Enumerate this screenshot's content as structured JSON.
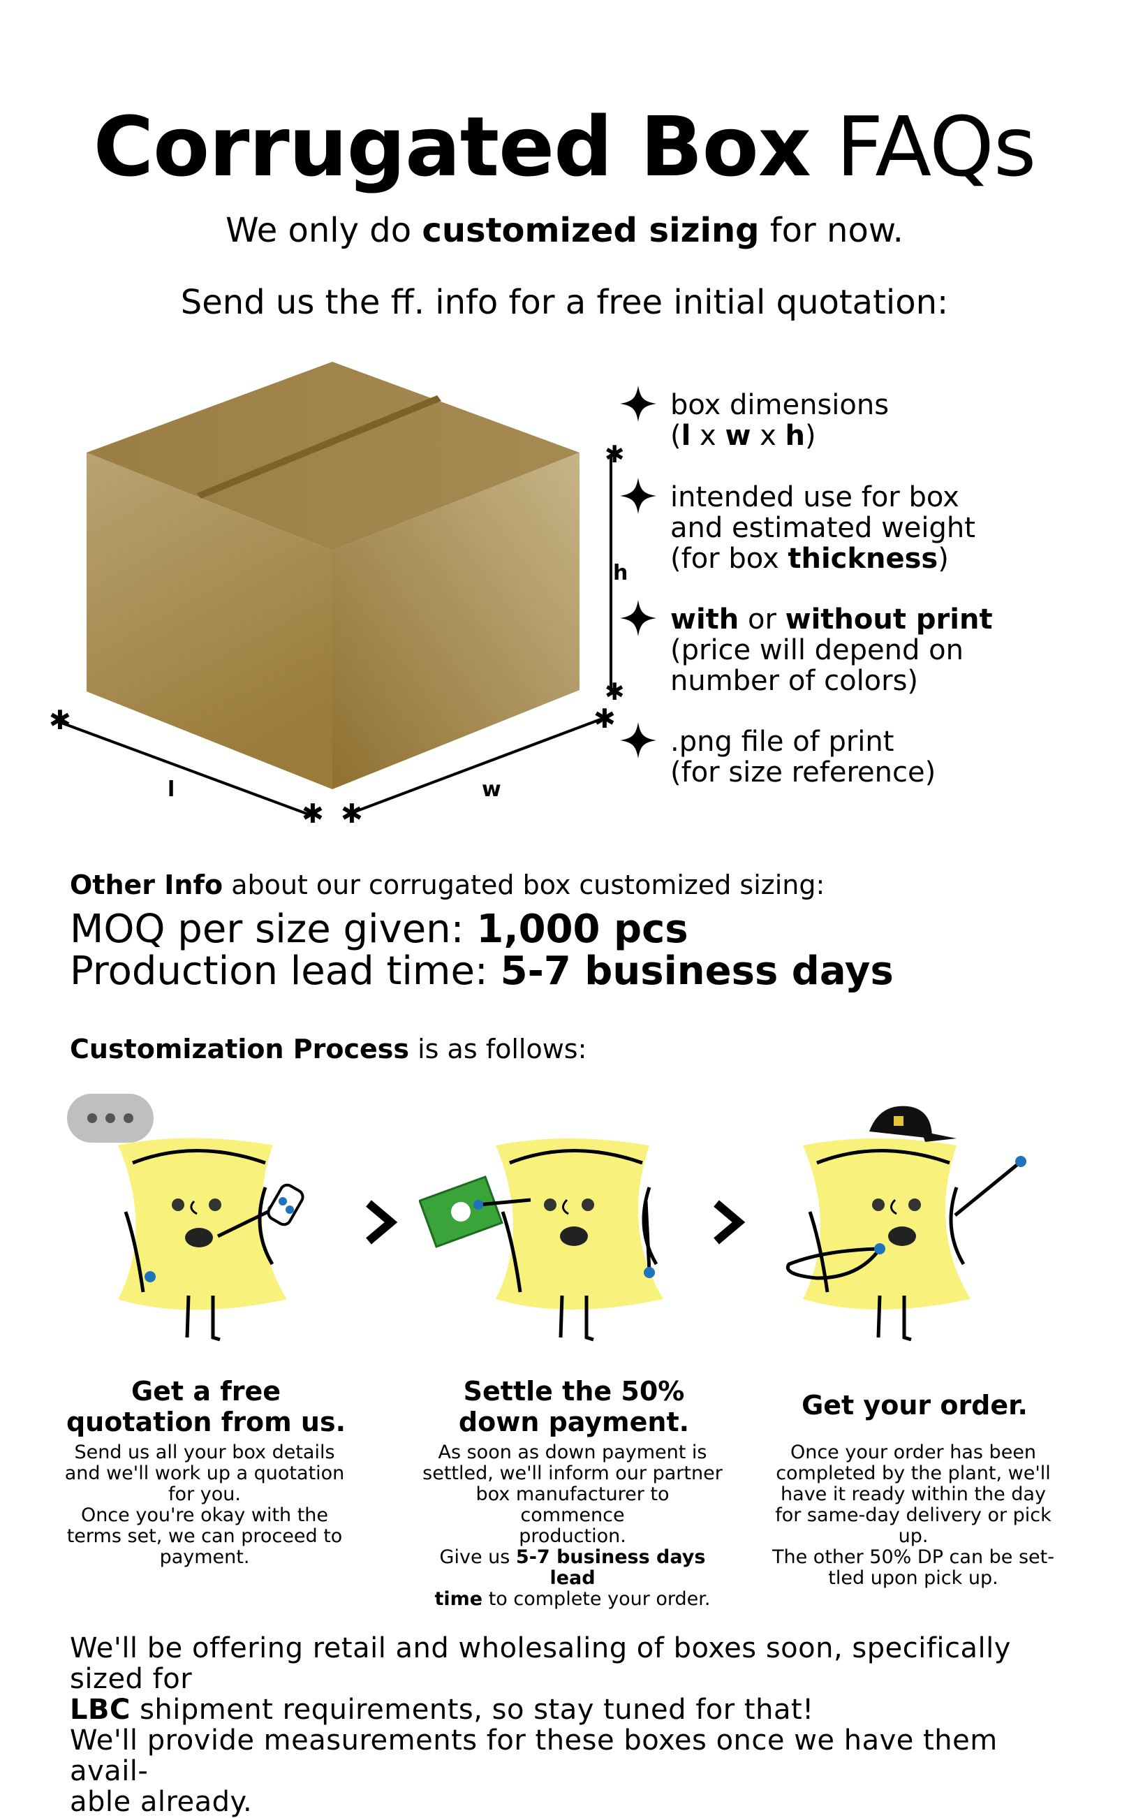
{
  "title": {
    "bold": "Corrugated Box",
    "light": "FAQs"
  },
  "intro": {
    "line1_pre": "We only do",
    "line1_bold": "customized sizing",
    "line1_post": "for now.",
    "line2": "Send us the ff. info for a free initial quotation:"
  },
  "box_labels": {
    "length": "l",
    "width": "w",
    "height": "h"
  },
  "requirements": [
    {
      "icon": "four-point-star-icon",
      "line1": "box dimensions",
      "dim_l": "l",
      "dim_x1": "x",
      "dim_w": "w",
      "dim_x2": "x",
      "dim_h": "h"
    },
    {
      "icon": "four-point-star-icon",
      "line1": "intended use for box",
      "line2": "and estimated weight",
      "line3_pre": "(for box",
      "line3_bold": "thickness",
      "line3_post": ")"
    },
    {
      "icon": "four-point-star-icon",
      "with": "with",
      "or": "or",
      "without": "without print",
      "line2": "(price will depend on",
      "line3": "number of colors)"
    },
    {
      "icon": "four-point-star-icon",
      "line1": ".png file of print",
      "line2": "(for size reference)"
    }
  ],
  "other_info": {
    "label_bold": "Other Info",
    "label_rest": "about our corrugated box customized sizing:",
    "moq_label": "MOQ per size given:",
    "moq_value": "1,000 pcs",
    "lead_label": "Production lead time:",
    "lead_value": "5-7 business days"
  },
  "process": {
    "label_bold": "Customization Process",
    "label_rest": "is as follows:"
  },
  "steps": [
    {
      "heading_line1": "Get a free",
      "heading_line2": "quotation from us.",
      "body": [
        "Send us all your box details",
        "and we'll work up a quotation",
        "for you.",
        "Once you're okay with the",
        "terms set, we can proceed to",
        "payment."
      ]
    },
    {
      "heading_line1": "Settle the 50%",
      "heading_line2": "down payment.",
      "body": [
        "As soon as down payment is",
        "settled, we'll inform our partner",
        "box manufacturer to commence",
        "production."
      ],
      "body_last_pre": "Give us",
      "body_last_bold1": "5-7 business days lead",
      "body_last_bold2": "time",
      "body_last_post": "to complete your order."
    },
    {
      "heading_line1": "Get your order.",
      "body": [
        "Once your order has been",
        "completed by the plant, we'll",
        "have it ready within the day",
        "for same-day delivery or pick",
        "up.",
        "The other 50% DP can be set-",
        "tled upon pick up."
      ]
    }
  ],
  "footer": {
    "line1": "We'll be offering retail and wholesaling of boxes soon, specifically sized for",
    "line2_bold": "LBC",
    "line2_rest": "shipment requirements, so stay tuned for that!",
    "line3": "We'll provide measurements for these boxes once we have them avail-",
    "line4": "able already."
  },
  "colors": {
    "box_light": "#c8b07e",
    "box_dark": "#8b6d2c",
    "character": "#f8f27c",
    "accent_blue": "#1e73be",
    "money_green": "#3aa33a",
    "bubble_gray": "#bfbfbf"
  }
}
